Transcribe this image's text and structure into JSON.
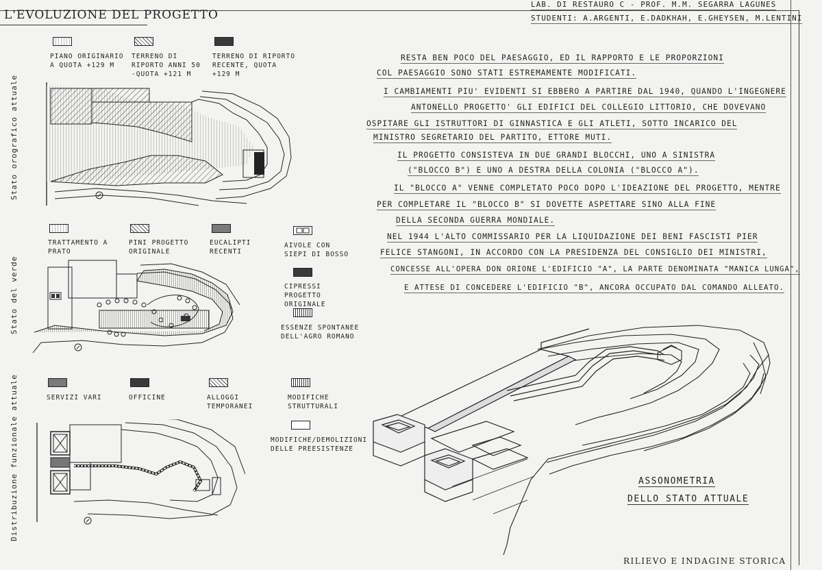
{
  "title": "L'evoluzione del progetto",
  "header": {
    "line1": "Lab. di restauro C - Prof. M.M. Segarra Lagunes",
    "line2": "Studenti: A.Argenti, E.Dadkhah, E.Gheysen, M.Lentini"
  },
  "sections": {
    "orografico": {
      "side_label": "Stato orografico attuale",
      "legend": [
        {
          "label": "Piano originario a quota +129 m",
          "pattern": "light"
        },
        {
          "label": "Terreno di riporto anni 50 -quota +121 m",
          "pattern": "hatch"
        },
        {
          "label": "Terreno di riporto recente, quota +129 m",
          "pattern": "dark"
        }
      ]
    },
    "verde": {
      "side_label": "Stato del verde",
      "legend": [
        {
          "label": "Trattamento a prato",
          "pattern": "light"
        },
        {
          "label": "Pini progetto originale",
          "pattern": "hatch"
        },
        {
          "label": "Eucalipti recenti",
          "pattern": "mid"
        },
        {
          "label": "Aivole con siepi di bosso",
          "pattern": "boss"
        },
        {
          "label": "Cipressi progetto originale",
          "pattern": "dark"
        },
        {
          "label": "Essenze spontanee dell'agro romano",
          "pattern": "vert"
        }
      ]
    },
    "funzionale": {
      "side_label": "Distribuzione funzionale attuale",
      "legend": [
        {
          "label": "Servizi vari",
          "pattern": "mid"
        },
        {
          "label": "Officine",
          "pattern": "dark"
        },
        {
          "label": "Alloggi temporanei",
          "pattern": "hatch"
        },
        {
          "label": "Modifiche strutturali",
          "pattern": "vert"
        },
        {
          "label": "Modifiche/demolizioni delle preesistenze",
          "pattern": "empty"
        }
      ]
    }
  },
  "description": [
    "Resta ben poco del paesaggio, ed il rapporto e le proporzioni",
    "col paesaggio sono stati estremamente modificati.",
    "I cambiamenti piu' evidenti si ebbero a partire dal 1940, quando l'ingegnere",
    "Antonello progetto' gli edifici del collegio littorio, che dovevano",
    "ospitare gli istruttori di ginnastica e gli atleti, sotto incarico del",
    "ministro segretario del partito, Ettore Muti.",
    "Il progetto consisteva in due grandi blocchi, uno a sinistra",
    "(\"blocco B\") e uno a destra della colonia (\"blocco A\").",
    "Il \"blocco A\" venne completato poco dopo l'ideazione del progetto, mentre",
    "per completare il \"blocco B\" si dovette aspettare sino alla fine",
    "della seconda guerra mondiale.",
    "Nel 1944 l'alto commissario per la liquidazione dei beni fascisti Pier",
    "Felice Stangoni, in accordo con la presidenza del consiglio dei ministri,",
    "concesse all'opera don Orione l'edificio \"A\", la parte denominata \"manica lunga\",",
    "e attese di concedere l'edificio \"B\", ancora occupato dal comando alleato."
  ],
  "axon": {
    "line1": "Assonometria",
    "line2": "dello stato attuale"
  },
  "footer": "Rilievo e indagine storica"
}
